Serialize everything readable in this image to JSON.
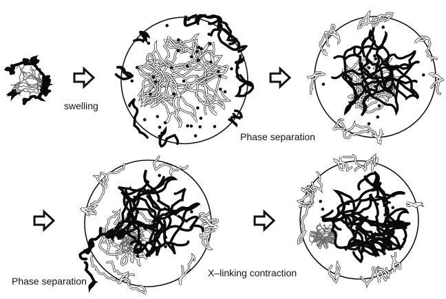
{
  "labels": {
    "swelling": "swelling",
    "phase_separation_1": "Phase separation",
    "phase_separation_2": "Phase separation",
    "xlinking": "X–linking contraction"
  },
  "colors": {
    "thick_chain": "#0a0a0a",
    "thin_chain": "#6a6a6a",
    "outline": "#111111",
    "arrow": "#111111",
    "background": "#ffffff"
  },
  "icons": [
    "arrow-right-icon"
  ]
}
